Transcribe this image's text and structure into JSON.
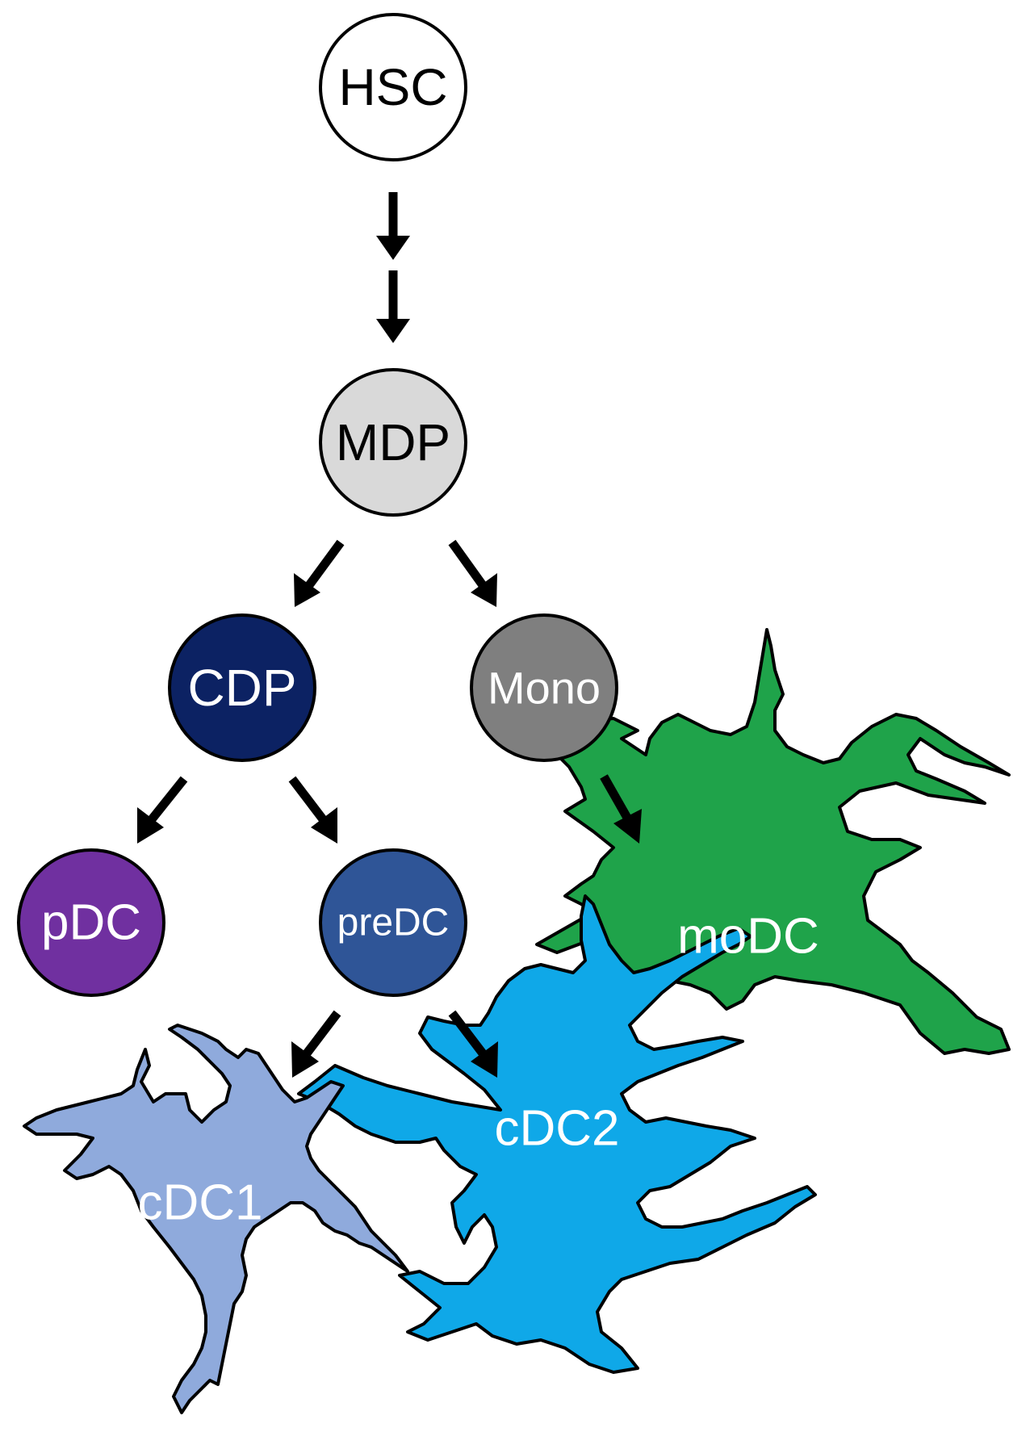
{
  "nodes": {
    "hsc": {
      "label": "HSC",
      "fill": "#ffffff",
      "text_color": "#000000"
    },
    "mdp": {
      "label": "MDP",
      "fill": "#d9d9d9",
      "text_color": "#000000"
    },
    "cdp": {
      "label": "CDP",
      "fill": "#0c2263",
      "text_color": "#ffffff"
    },
    "mono": {
      "label": "Mono",
      "fill": "#7f7f7f",
      "text_color": "#ffffff"
    },
    "pdc": {
      "label": "pDC",
      "fill": "#7030a0",
      "text_color": "#ffffff"
    },
    "predc": {
      "label": "preDC",
      "fill": "#2f5597",
      "text_color": "#ffffff"
    }
  },
  "cells": {
    "modc": {
      "label": "moDC",
      "fill": "#1fa34a",
      "text_color": "#ffffff"
    },
    "cdc2": {
      "label": "cDC2",
      "fill": "#0fa8e8",
      "text_color": "#ffffff"
    },
    "cdc1": {
      "label": "cDC1",
      "fill": "#8faadc",
      "text_color": "#ffffff"
    }
  }
}
